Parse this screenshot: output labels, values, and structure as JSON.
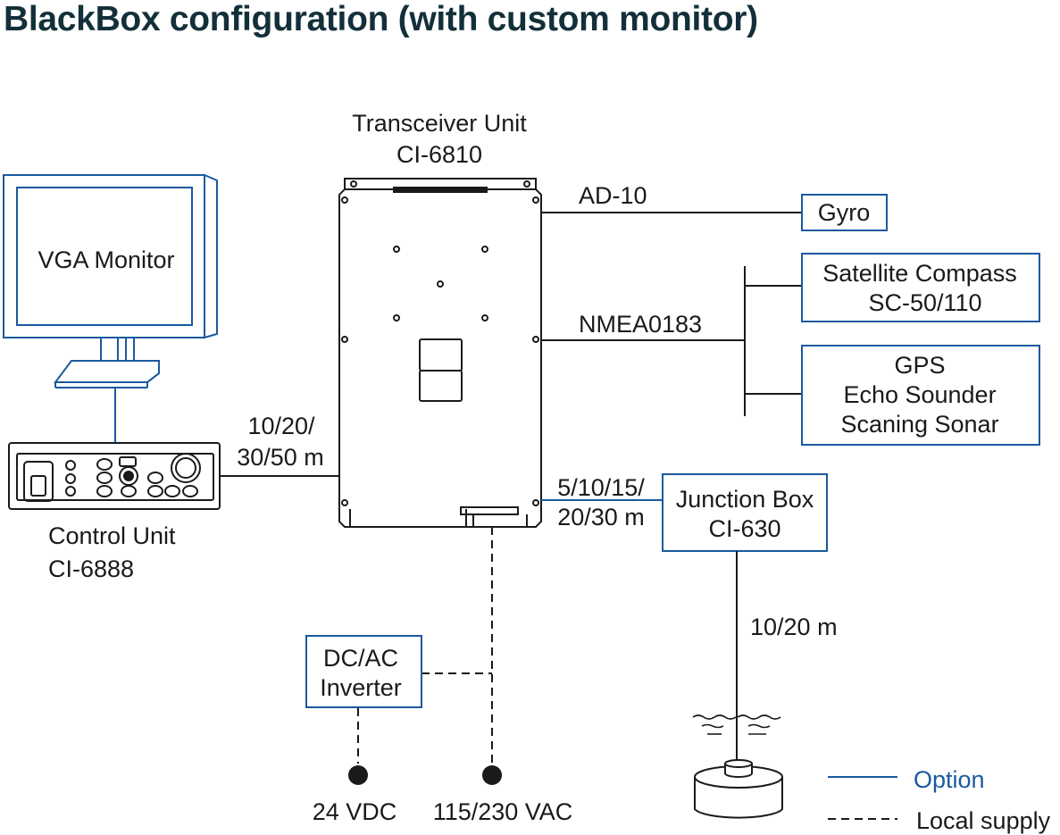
{
  "title": "BlackBox configuration (with custom monitor)",
  "colors": {
    "option_line": "#1a5a9e",
    "text": "#1a1a1a",
    "title": "#13303a",
    "local_supply_line": "#1a1a1a"
  },
  "units": {
    "vga_monitor": {
      "label": "VGA Monitor"
    },
    "transceiver": {
      "name": "Transceiver Unit",
      "model": "CI-6810"
    },
    "control_unit": {
      "name": "Control Unit",
      "model": "CI-6888"
    },
    "gyro": {
      "label": "Gyro"
    },
    "satellite_compass": {
      "name": "Satellite Compass",
      "model": "SC-50/110"
    },
    "gps_group": {
      "line1": "GPS",
      "line2": "Echo Sounder",
      "line3": "Scaning Sonar"
    },
    "junction_box": {
      "name": "Junction Box",
      "model": "CI-630"
    },
    "inverter": {
      "line1": "DC/AC",
      "line2": "Inverter"
    }
  },
  "connections": {
    "gyro_cable": "AD-10",
    "nmea_cable": "NMEA0183",
    "control_cable_line1": "10/20/",
    "control_cable_line2": "30/50 m",
    "junction_cable_line1": "5/10/15/",
    "junction_cable_line2": "20/30 m",
    "transducer_cable": "10/20 m"
  },
  "power": {
    "dc": "24 VDC",
    "ac": "115/230 VAC"
  },
  "legend": {
    "option": "Option",
    "local_supply": "Local supply"
  }
}
